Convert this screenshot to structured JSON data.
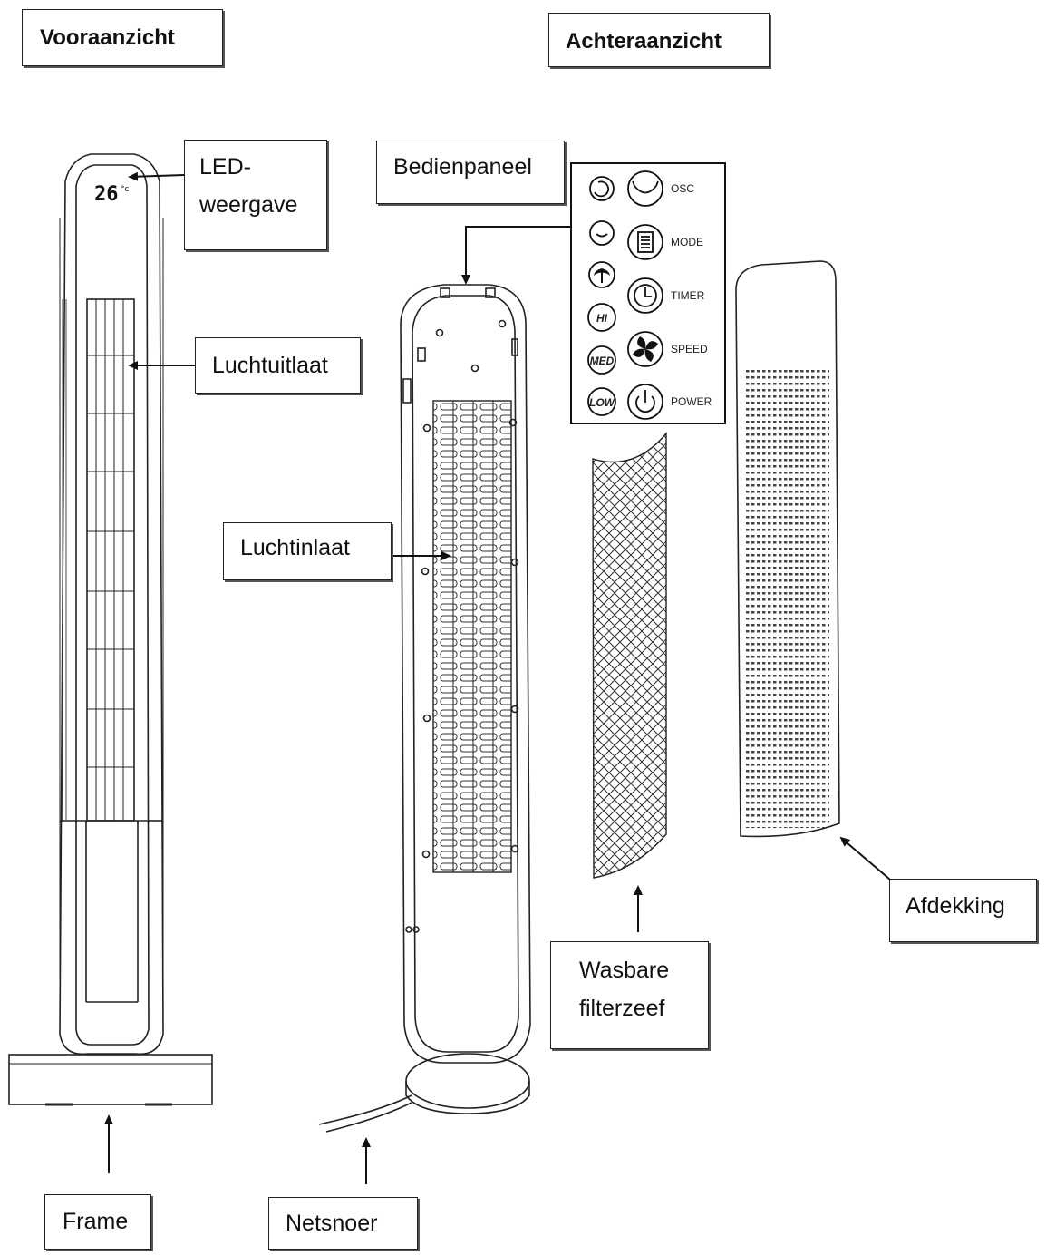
{
  "headers": {
    "front": "Vooraanzicht",
    "back": "Achteraanzicht"
  },
  "labels": {
    "led_line1": "LED-",
    "led_line2": "weergave",
    "outlet": "Luchtuitlaat",
    "inlet": "Luchtinlaat",
    "control_panel": "Bedienpaneel",
    "cover": "Afdekking",
    "filter_line1": "Wasbare",
    "filter_line2": "filterzeef",
    "frame": "Frame",
    "power_cord": "Netsnoer"
  },
  "display": {
    "temperature": "26",
    "unit": "°c"
  },
  "control_panel": {
    "buttons": [
      {
        "label": "OSC",
        "icon": "oscillate-icon"
      },
      {
        "label": "MODE",
        "icon": "mode-icon"
      },
      {
        "label": "TIMER",
        "icon": "timer-icon"
      },
      {
        "label": "SPEED",
        "icon": "fan-speed-icon"
      },
      {
        "label": "POWER",
        "icon": "power-icon"
      }
    ],
    "indicators": [
      {
        "text": "",
        "icon": "rotate-indicator-icon"
      },
      {
        "text": "",
        "icon": "sleep-indicator-icon"
      },
      {
        "text": "",
        "icon": "natural-wind-indicator-icon"
      },
      {
        "text": "HI",
        "icon": "high-speed-indicator"
      },
      {
        "text": "MED",
        "icon": "medium-speed-indicator"
      },
      {
        "text": "LOW",
        "icon": "low-speed-indicator"
      }
    ]
  }
}
